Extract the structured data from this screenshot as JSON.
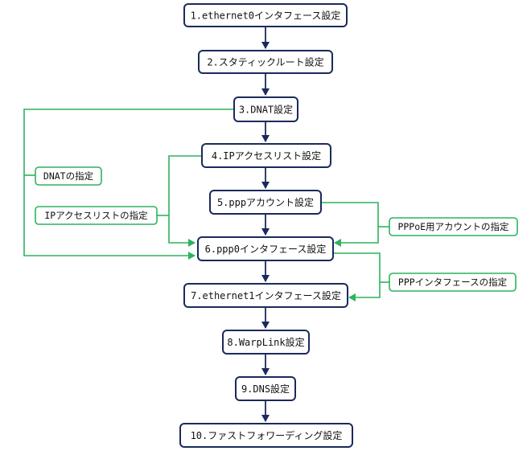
{
  "steps": [
    {
      "id": "step-1",
      "label": "1.ethernet0インタフェース設定"
    },
    {
      "id": "step-2",
      "label": "2.スタティックルート設定"
    },
    {
      "id": "step-3",
      "label": "3.DNAT設定"
    },
    {
      "id": "step-4",
      "label": "4.IPアクセスリスト設定"
    },
    {
      "id": "step-5",
      "label": "5.pppアカウント設定"
    },
    {
      "id": "step-6",
      "label": "6.ppp0インタフェース設定"
    },
    {
      "id": "step-7",
      "label": "7.ethernet1インタフェース設定"
    },
    {
      "id": "step-8",
      "label": "8.WarpLink設定"
    },
    {
      "id": "step-9",
      "label": "9.DNS設定"
    },
    {
      "id": "step-10",
      "label": "10.ファストフォワーディング設定"
    }
  ],
  "notes": [
    {
      "id": "dnat",
      "label": "DNATの指定"
    },
    {
      "id": "acl",
      "label": "IPアクセスリストの指定"
    },
    {
      "id": "pppoe",
      "label": "PPPoE用アカウントの指定"
    },
    {
      "id": "ppp",
      "label": "PPPインタフェースの指定"
    }
  ],
  "colors": {
    "box_border": "#1a2a5c",
    "flow_arrow": "#1a2a5c",
    "reference_line": "#2db35d"
  }
}
